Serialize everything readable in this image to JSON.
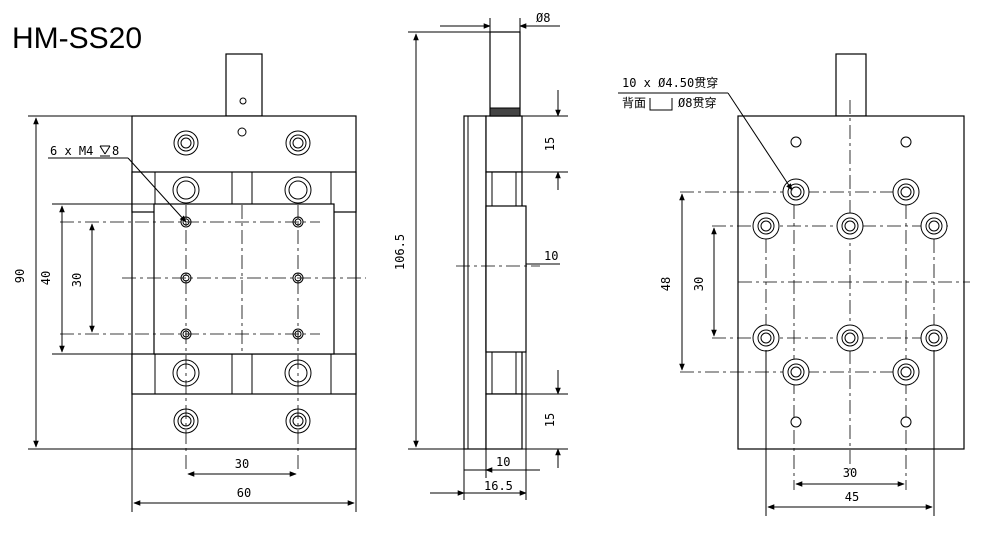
{
  "title": "HM-SS20",
  "front_view": {
    "hole_callout": "6 x M4",
    "hole_depth": "8",
    "dim_height": "90",
    "dim_inner": "40",
    "dim_pitch": "30",
    "dim_width": "60",
    "dim_width_pitch": "30"
  },
  "side_view": {
    "dim_knob_dia": "Ø8",
    "dim_total_height": "106.5",
    "dim_top": "15",
    "dim_mid": "10",
    "dim_bottom": "15",
    "dim_thick": "10",
    "dim_total_thick": "16.5"
  },
  "back_view": {
    "callout_line1": "10 x Ø4.50贯穿",
    "callout_line2_prefix": "背面",
    "callout_line2_suffix": "Ø8贯穿",
    "dim_height": "48",
    "dim_pitch": "30",
    "dim_width_pitch": "30",
    "dim_width": "45"
  }
}
